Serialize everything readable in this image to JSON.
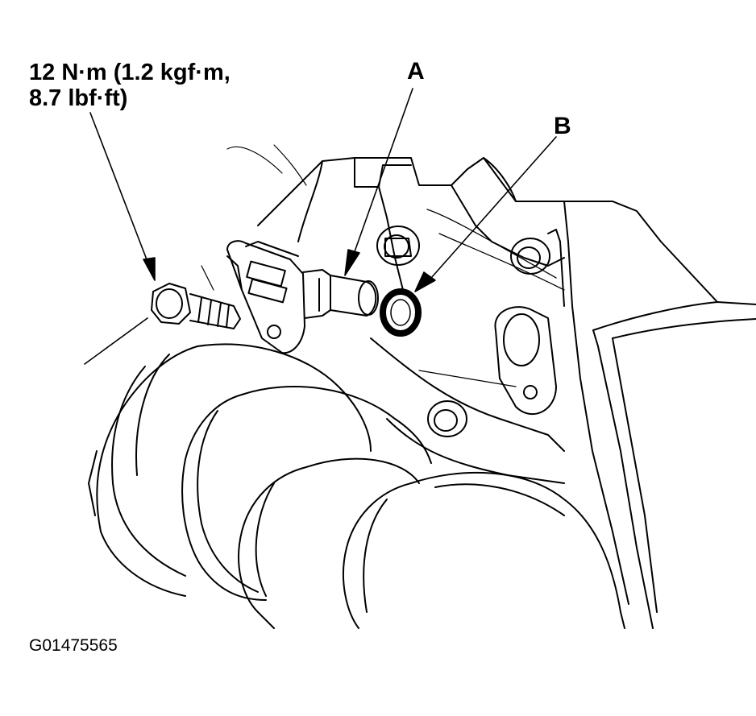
{
  "torque_spec": {
    "line1": "12 N·m (1.2 kgf·m,",
    "line2": "8.7 lbf·ft)"
  },
  "callouts": {
    "a": "A",
    "b": "B"
  },
  "figure_id": "G01475565",
  "parts": {
    "bolt": "bolt-icon",
    "sensor": "sensor-icon",
    "o_ring": "o-ring-icon",
    "engine_housing": "engine-housing-icon",
    "pulleys": "pulley-icon"
  }
}
